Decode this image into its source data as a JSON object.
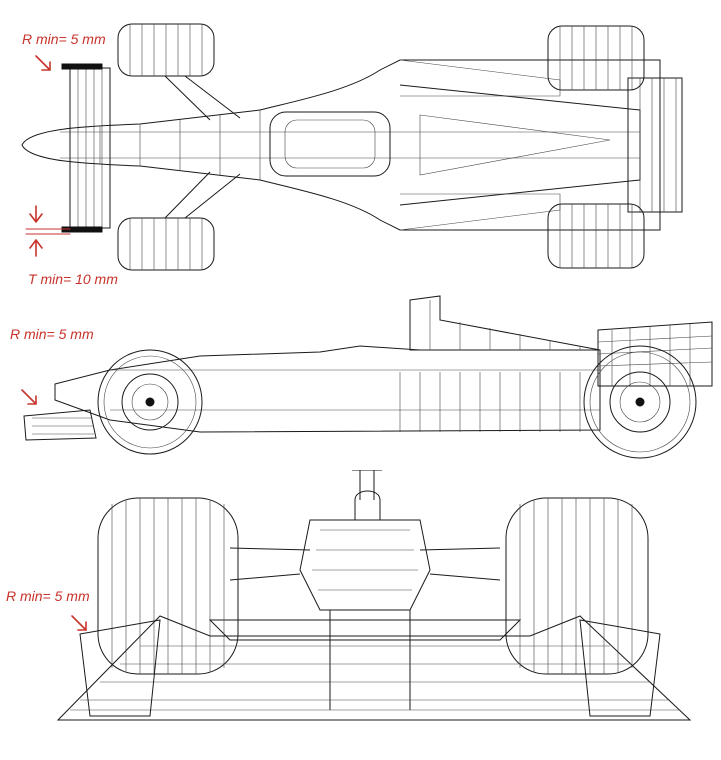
{
  "annotations": {
    "top_r_min": "R min= 5 mm",
    "top_t_min": "T min= 10 mm",
    "side_r_min": "R min= 5 mm",
    "front_r_min": "R min= 5 mm"
  },
  "colors": {
    "annotation": "#c8332c",
    "line": "#1a1a1a",
    "background": "#ffffff"
  }
}
